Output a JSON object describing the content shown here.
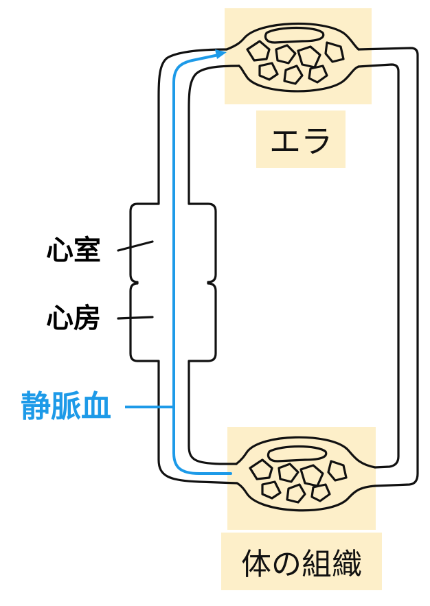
{
  "labels": {
    "gills": "エラ",
    "ventricle": "心室",
    "atrium": "心房",
    "venous_blood": "静脈血",
    "body_tissue": "体の組織"
  },
  "colors": {
    "venous_blood": "#1d9ae8",
    "organ_fill": "#fdefc9",
    "vessel": "#111111"
  }
}
